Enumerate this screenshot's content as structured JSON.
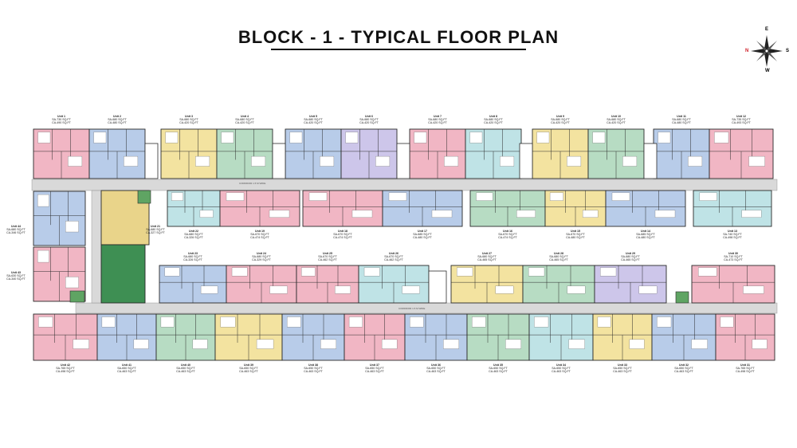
{
  "title": "BLOCK - 1 - TYPICAL FLOOR PLAN",
  "compass": {
    "north": "N",
    "south": "S",
    "east": "E",
    "west": "W",
    "north_color": "#d0202a"
  },
  "colors": {
    "pink": "#f1b6c4",
    "blue": "#b8cce9",
    "green": "#b7dcc3",
    "yellow": "#f3e3a0",
    "teal": "#bfe3e6",
    "lavender": "#cdc6ea",
    "corridor": "#d9d9d9",
    "wall": "#2a2a2a",
    "lift_green": "#5fa463",
    "lobby_yellow": "#e9d48a",
    "dark_green": "#3e8f53"
  },
  "corridor_labels": {
    "top_corridor": "CORRIDOR 1.5 M WIDE",
    "bottom_corridor": "CORRIDOR 1.5 M WIDE"
  },
  "units_top": [
    {
      "name": "Unit 1",
      "sa": "SA-730 SQ.FT",
      "ca": "CA-490 SQ.FT"
    },
    {
      "name": "Unit 2",
      "sa": "SA-680 SQ.FT",
      "ca": "CA-480 SQ.FT"
    },
    {
      "name": "Unit 3",
      "sa": "SA-680 SQ.FT",
      "ca": "CA-420 SQ.FT"
    },
    {
      "name": "Unit 4",
      "sa": "SA-680 SQ.FT",
      "ca": "CA-420 SQ.FT"
    },
    {
      "name": "Unit 5",
      "sa": "SA-680 SQ.FT",
      "ca": "CA-420 SQ.FT"
    },
    {
      "name": "Unit 6",
      "sa": "SA-680 SQ.FT",
      "ca": "CA-420 SQ.FT"
    },
    {
      "name": "Unit 7",
      "sa": "SA-680 SQ.FT",
      "ca": "CA-420 SQ.FT"
    },
    {
      "name": "Unit 8",
      "sa": "SA-680 SQ.FT",
      "ca": "CA-420 SQ.FT"
    },
    {
      "name": "Unit 9",
      "sa": "SA-680 SQ.FT",
      "ca": "CA-420 SQ.FT"
    },
    {
      "name": "Unit 10",
      "sa": "SA-680 SQ.FT",
      "ca": "CA-420 SQ.FT"
    },
    {
      "name": "Unit 11",
      "sa": "SA-680 SQ.FT",
      "ca": "CA-480 SQ.FT"
    },
    {
      "name": "Unit 12",
      "sa": "SA-735 SQ.FT",
      "ca": "CA-493 SQ.FT"
    }
  ],
  "units_upper_mid": [
    {
      "name": "Unit 22",
      "sa": "SA-680 SQ.FT",
      "ca": "CA-326 SQ.FT"
    },
    {
      "name": "Unit 19",
      "sa": "SA-670 SQ.FT",
      "ca": "CA-474 SQ.FT"
    },
    {
      "name": "Unit 18",
      "sa": "SA-670 SQ.FT",
      "ca": "CA-474 SQ.FT"
    },
    {
      "name": "Unit 17",
      "sa": "SA-685 SQ.FT",
      "ca": "CA-480 SQ.FT"
    },
    {
      "name": "Unit 16",
      "sa": "SA-670 SQ.FT",
      "ca": "CA-474 SQ.FT"
    },
    {
      "name": "Unit 15",
      "sa": "SA-670 SQ.FT",
      "ca": "CA-480 SQ.FT"
    },
    {
      "name": "Unit 14",
      "sa": "SA-685 SQ.FT",
      "ca": "CA-480 SQ.FT"
    },
    {
      "name": "Unit 13",
      "sa": "SA-740 SQ.FT",
      "ca": "CA-498 SQ.FT"
    }
  ],
  "unit_21": {
    "name": "Unit 21",
    "sa": "SA-680 SQ.FT",
    "ca": "CA-327 SQ.FT"
  },
  "units_lower_mid": [
    {
      "name": "Unit 23",
      "sa": "SA-680 SQ.FT",
      "ca": "CA-326 SQ.FT"
    },
    {
      "name": "Unit 24",
      "sa": "SA-680 SQ.FT",
      "ca": "CA-329 SQ.FT"
    },
    {
      "name": "Unit 25",
      "sa": "SA-670 SQ.FT",
      "ca": "CA-462 SQ.FT"
    },
    {
      "name": "Unit 26",
      "sa": "SA-670 SQ.FT",
      "ca": "CA-462 SQ.FT"
    },
    {
      "name": "Unit 27",
      "sa": "SA-680 SQ.FT",
      "ca": "CA-465 SQ.FT"
    },
    {
      "name": "Unit 28",
      "sa": "SA-680 SQ.FT",
      "ca": "CA-465 SQ.FT"
    },
    {
      "name": "Unit 29",
      "sa": "SA-680 SQ.FT",
      "ca": "CA-465 SQ.FT"
    },
    {
      "name": "Unit 30",
      "sa": "SA-710 SQ.FT",
      "ca": "CA-473 SQ.FT"
    }
  ],
  "units_left": [
    {
      "name": "Unit 44",
      "sa": "SA-680 SQ.FT",
      "ca": "CA-346 SQ.FT"
    },
    {
      "name": "Unit 43",
      "sa": "SA-630 SQ.FT",
      "ca": "CA-340 SQ.FT"
    }
  ],
  "units_bottom": [
    {
      "name": "Unit 42",
      "sa": "SA-765 SQ.FT",
      "ca": "CA-498 SQ.FT"
    },
    {
      "name": "Unit 41",
      "sa": "SA-650 SQ.FT",
      "ca": "CA-463 SQ.FT"
    },
    {
      "name": "Unit 40",
      "sa": "SA-650 SQ.FT",
      "ca": "CA-463 SQ.FT"
    },
    {
      "name": "Unit 39",
      "sa": "SA-650 SQ.FT",
      "ca": "CA-463 SQ.FT"
    },
    {
      "name": "Unit 38",
      "sa": "SA-650 SQ.FT",
      "ca": "CA-463 SQ.FT"
    },
    {
      "name": "Unit 37",
      "sa": "SA-650 SQ.FT",
      "ca": "CA-463 SQ.FT"
    },
    {
      "name": "Unit 36",
      "sa": "SA-650 SQ.FT",
      "ca": "CA-463 SQ.FT"
    },
    {
      "name": "Unit 35",
      "sa": "SA-650 SQ.FT",
      "ca": "CA-463 SQ.FT"
    },
    {
      "name": "Unit 34",
      "sa": "SA-650 SQ.FT",
      "ca": "CA-463 SQ.FT"
    },
    {
      "name": "Unit 33",
      "sa": "SA-650 SQ.FT",
      "ca": "CA-463 SQ.FT"
    },
    {
      "name": "Unit 32",
      "sa": "SA-650 SQ.FT",
      "ca": "CA-463 SQ.FT"
    },
    {
      "name": "Unit 31",
      "sa": "SA-765 SQ.FT",
      "ca": "CA-498 SQ.FT"
    }
  ]
}
